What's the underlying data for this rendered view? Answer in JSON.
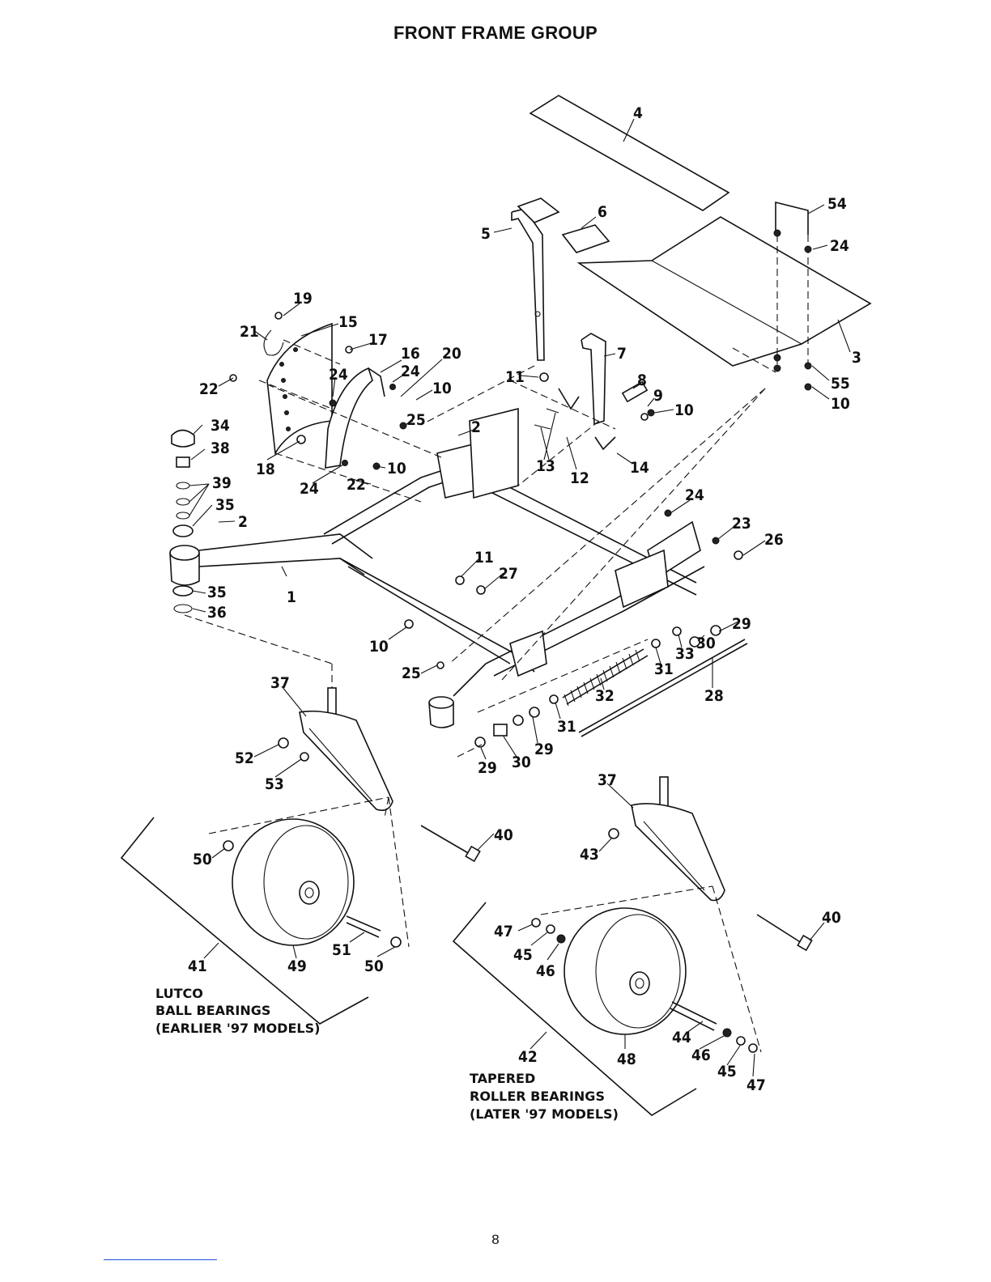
{
  "page": {
    "title": "FRONT FRAME GROUP",
    "page_number": "8"
  },
  "callouts": [
    "1",
    "2",
    "3",
    "4",
    "5",
    "6",
    "7",
    "8",
    "9",
    "10",
    "11",
    "12",
    "13",
    "14",
    "15",
    "16",
    "17",
    "18",
    "19",
    "20",
    "21",
    "22",
    "23",
    "24",
    "25",
    "26",
    "27",
    "28",
    "29",
    "30",
    "31",
    "32",
    "33",
    "34",
    "35",
    "36",
    "37",
    "38",
    "39",
    "40",
    "41",
    "42",
    "43",
    "44",
    "45",
    "46",
    "47",
    "48",
    "49",
    "50",
    "51",
    "52",
    "53",
    "54",
    "55"
  ],
  "notes": {
    "lutco": {
      "line1": "LUTCO",
      "line2": "BALL BEARINGS",
      "line3": "(EARLIER '97 MODELS)"
    },
    "tapered": {
      "line1": "TAPERED",
      "line2": "ROLLER BEARINGS",
      "line3": "(LATER '97 MODELS)"
    }
  }
}
